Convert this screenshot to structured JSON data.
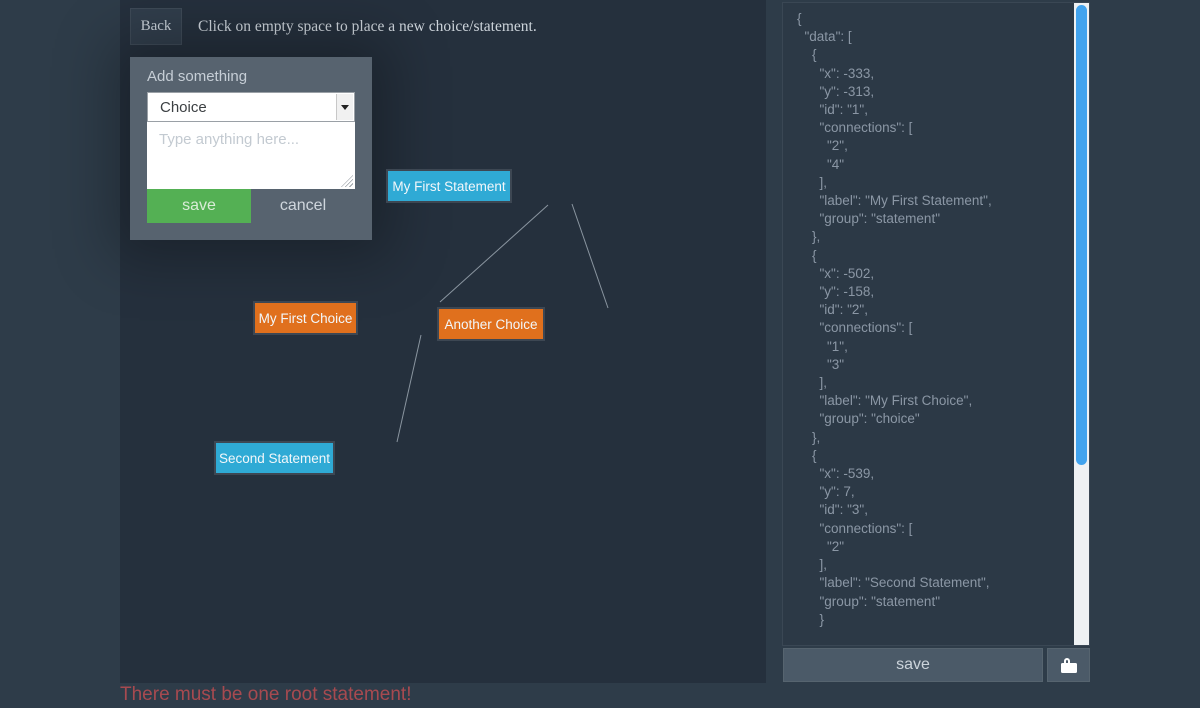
{
  "header": {
    "back_label": "Back",
    "instruction": "Click on empty space to place a new choice/statement."
  },
  "popup": {
    "title": "Add something",
    "type_select_value": "Choice",
    "textarea_placeholder": "Type anything here...",
    "save_label": "save",
    "cancel_label": "cancel"
  },
  "graph": {
    "nodes": [
      {
        "id": "1",
        "label": "My First Statement",
        "group": "statement"
      },
      {
        "id": "2",
        "label": "My First Choice",
        "group": "choice"
      },
      {
        "id": "4",
        "label": "Another Choice",
        "group": "choice"
      },
      {
        "id": "3",
        "label": "Second Statement",
        "group": "statement"
      }
    ],
    "edges": [
      {
        "from": "1",
        "to": "2"
      },
      {
        "from": "1",
        "to": "4"
      },
      {
        "from": "2",
        "to": "3"
      }
    ]
  },
  "json_panel": {
    "lines": [
      "{",
      "  \"data\": [",
      "    {",
      "      \"x\": -333,",
      "      \"y\": -313,",
      "      \"id\": \"1\",",
      "      \"connections\": [",
      "        \"2\",",
      "        \"4\"",
      "      ],",
      "      \"label\": \"My First Statement\",",
      "      \"group\": \"statement\"",
      "    },",
      "    {",
      "      \"x\": -502,",
      "      \"y\": -158,",
      "      \"id\": \"2\",",
      "      \"connections\": [",
      "        \"1\",",
      "        \"3\"",
      "      ],",
      "      \"label\": \"My First Choice\",",
      "      \"group\": \"choice\"",
      "    },",
      "    {",
      "      \"x\": -539,",
      "      \"y\": 7,",
      "      \"id\": \"3\",",
      "      \"connections\": [",
      "        \"2\"",
      "      ],",
      "      \"label\": \"Second Statement\",",
      "      \"group\": \"statement\"",
      "      }"
    ]
  },
  "footer": {
    "save_label": "save"
  },
  "warning": {
    "text": "There must be one root statement!"
  },
  "colors": {
    "page_background": "#2e3c49",
    "canvas_background": "#25303d",
    "statement_node": "#2faad5",
    "choice_node": "#e0701d",
    "popup_background": "#57636f",
    "save_green": "#54b054",
    "scrollbar_thumb": "#41a3ee",
    "warning_red": "#a74a50"
  }
}
